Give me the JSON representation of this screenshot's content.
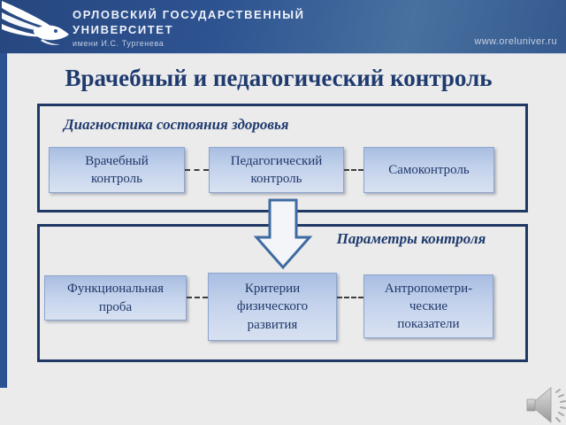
{
  "header": {
    "logo_icon": "university-bird-logo",
    "line1": "ОРЛОВСКИЙ ГОСУДАРСТВЕННЫЙ",
    "line2": "УНИВЕРСИТЕТ",
    "line3": "имени И.С. Тургенева",
    "website": "www.oreluniver.ru"
  },
  "slide": {
    "title": "Врачебный и педагогический контроль",
    "sections": [
      {
        "heading": "Диагностика состояния здоровья",
        "boxes": [
          "Врачебный\nконтроль",
          "Педагогический\nконтроль",
          "Самоконтроль"
        ]
      },
      {
        "heading": "Параметры контроля",
        "boxes": [
          "Функциональная\nпроба",
          "Критерии\nфизического\nразвития",
          "Антропометри-\nческие\nпоказатели"
        ]
      }
    ]
  },
  "icons": {
    "arrow": "down-block-arrow-icon",
    "audio": "speaker-audio-icon"
  },
  "colors": {
    "header_blue": "#2e5391",
    "accent_bar": "#2d5292",
    "title_navy": "#1e3a6e",
    "frame_border": "#203864",
    "box_gradient_top": "#a9bee2",
    "box_gradient_bottom": "#d8e1f1",
    "box_border": "#8ca4ce",
    "background": "#ebebeb",
    "dash_color": "#3d3d3d"
  }
}
